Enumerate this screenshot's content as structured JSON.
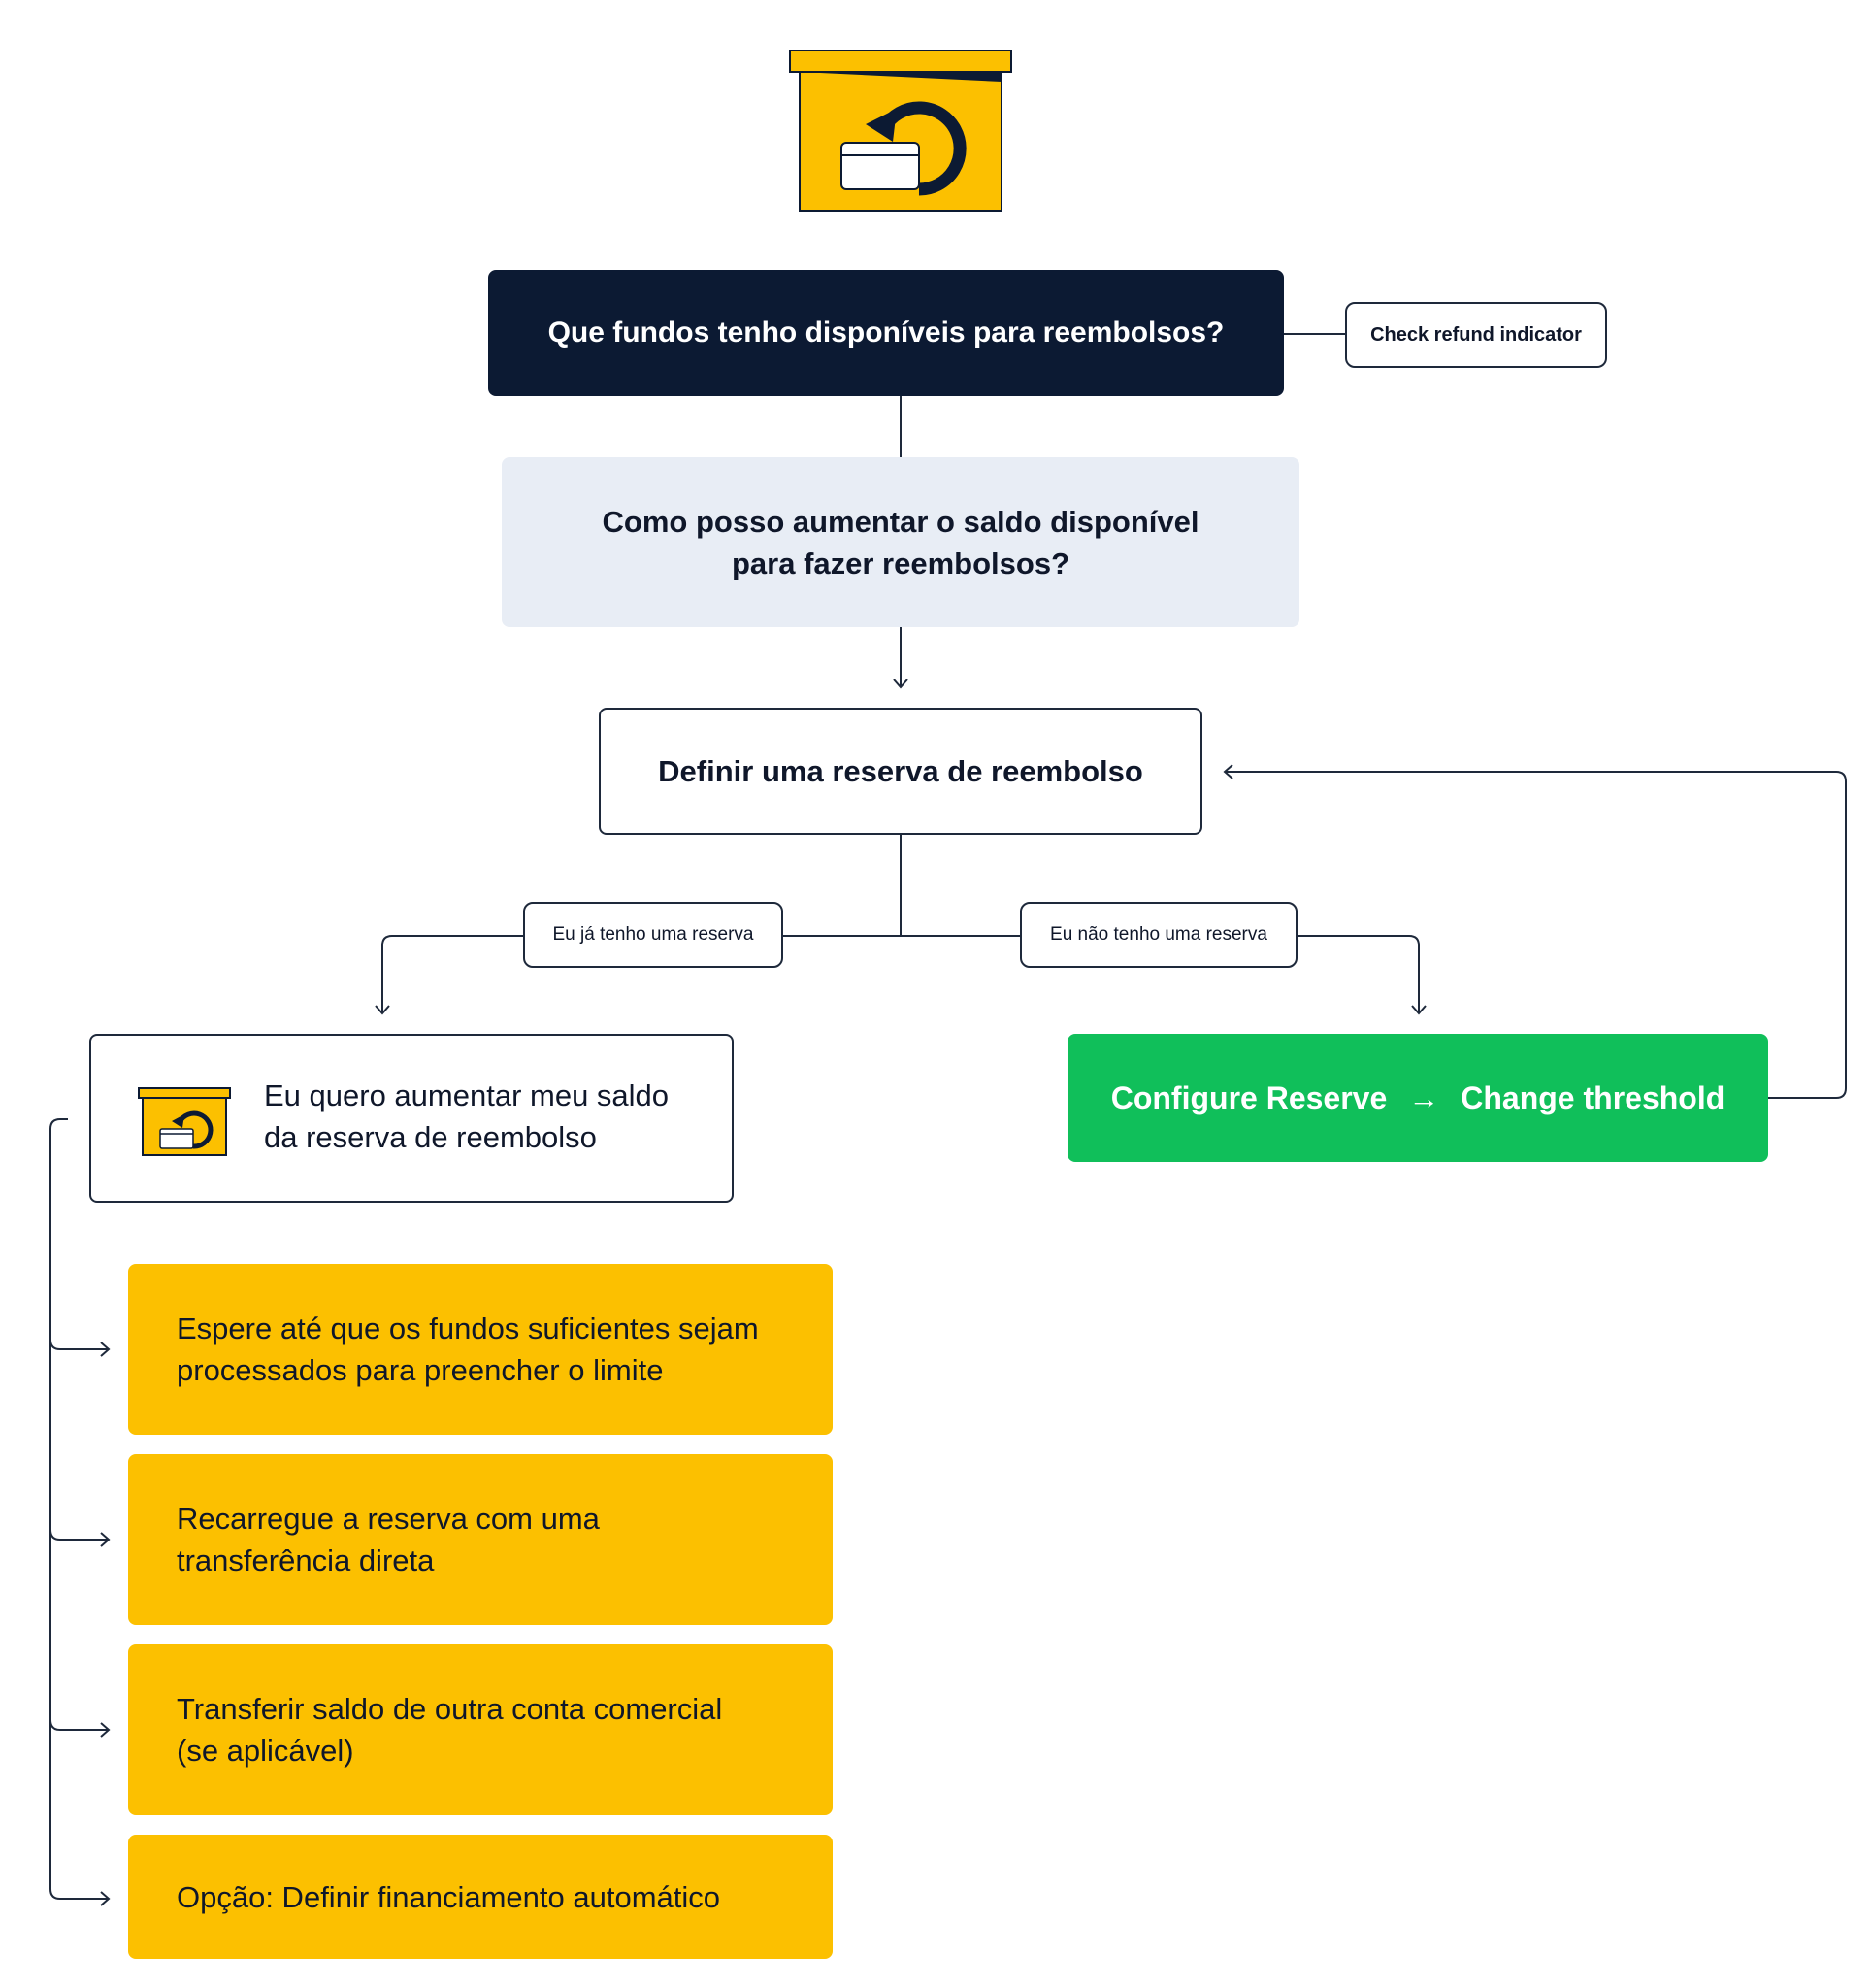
{
  "diagram": {
    "icon": "refund-box-icon",
    "colors": {
      "dark": "#0c1a33",
      "light": "#e8edf5",
      "green": "#10bf5a",
      "yellow": "#fcc000",
      "line": "#1e293b"
    },
    "q1": "Que fundos tenho disponíveis para reembolsos?",
    "q1_tag": "Check refund indicator",
    "q2": {
      "line1": "Como posso aumentar o saldo disponível",
      "line2": "para fazer reembolsos?"
    },
    "q3": "Definir uma reserva de reembolso",
    "branch_left": "Eu já tenho uma reserva",
    "branch_right": "Eu não tenho uma reserva",
    "increase_node": {
      "line1": "Eu quero aumentar meu saldo",
      "line2": "da reserva de reembolso"
    },
    "configure": {
      "step1": "Configure Reserve",
      "arrow": "→",
      "step2": "Change threshold"
    },
    "options": [
      {
        "line1": "Espere até que os fundos suficientes sejam",
        "line2": "processados para preencher o limite"
      },
      {
        "line1": "Recarregue a reserva com uma",
        "line2": "transferência direta"
      },
      {
        "line1": "Transferir saldo de outra conta comercial",
        "line2": "(se aplicável)"
      },
      {
        "line1": "Opção: Definir financiamento automático",
        "line2": ""
      }
    ]
  }
}
